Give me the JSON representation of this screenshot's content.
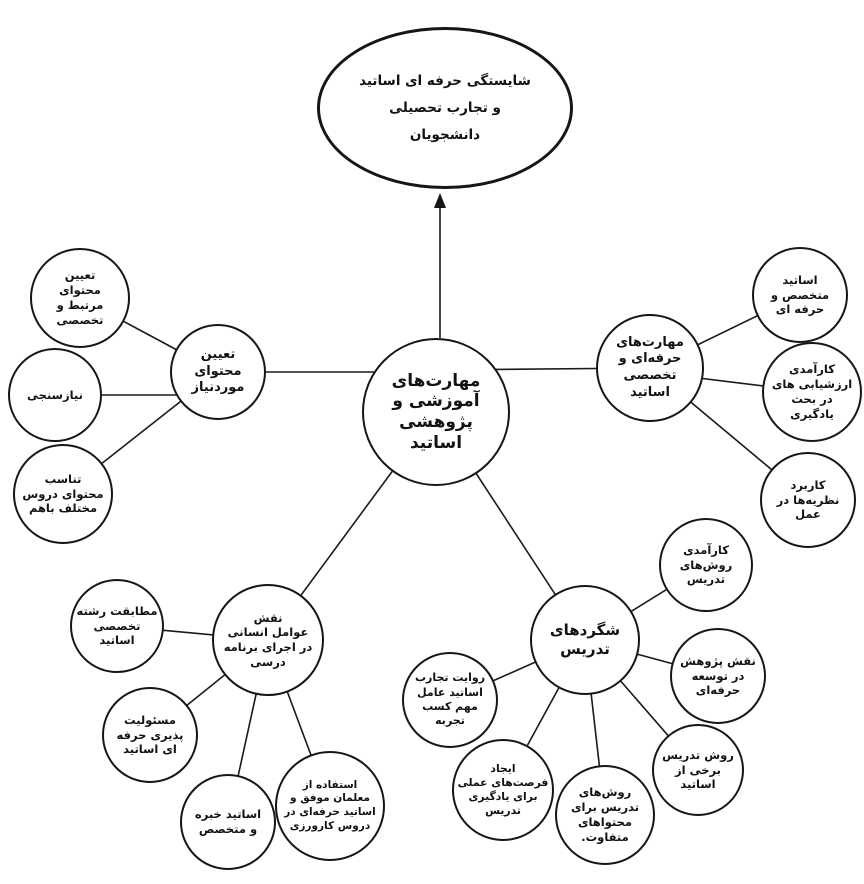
{
  "colors": {
    "stroke": "#161616",
    "node_fill": "#ffffff",
    "text": "#121212"
  },
  "diagram": {
    "outcome": "شایستگی حرفه ای اساتید\nو تجارب تحصیلی\nدانشجویان",
    "center": "مهارت‌های\nآموزشی و\nپژوهشی\nاساتید",
    "content": {
      "hub": "تعیین\nمحتوای\nموردنیاز",
      "children": [
        "تعیین\nمحتوای\nمرتبط و\nتخصصی",
        "نیازسنجی",
        "تناسب\nمحتوای دروس\nمختلف باهم"
      ]
    },
    "professional": {
      "hub": "مهارت‌های\nحرفه‌ای و\nتخصصی\nاساتید",
      "children": [
        "اساتید\nمتخصص و\nحرفه ای",
        "کارآمدی\nارزشیابی های\nدر بحث\nیادگیری",
        "کاربرد\nنظریه‌ها در\nعمل"
      ]
    },
    "human_factors": {
      "hub": "نقش\nعوامل انسانی\nدر اجرای برنامه\nدرسی",
      "children": [
        "مطابقت رشته\nتخصصی\nاساتید",
        "مسئولیت\nپذیری حرفه\nای اساتید",
        "اساتید خبره\nو متخصص",
        "استفاده از\nمعلمان موفق و\nاساتید حرفه‌ای در\nدروس کارورزی"
      ]
    },
    "teaching": {
      "hub": "شگردهای\nتدریس",
      "children": [
        "کارآمدی\nروش‌های\nتدریس",
        "نقش پژوهش\nدر توسعه\nحرفه‌ای",
        "روش تدریس\nبرخی از\nاساتید",
        "روش‌های\nتدریس برای\nمحتواهای\nمتفاوت.",
        "ایجاد\nفرصت‌های عملی\nبرای یادگیری\nتدریس",
        "روایت تجارب\nاساتید عامل\nمهم کسب\nتجربه"
      ]
    }
  }
}
